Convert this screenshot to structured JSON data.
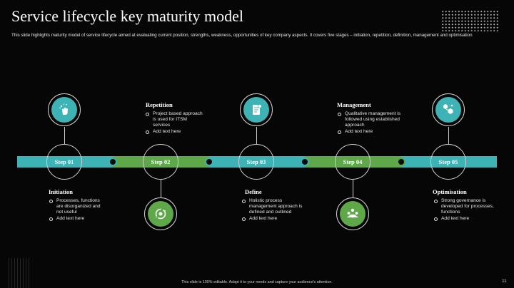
{
  "title": "Service lifecycle key maturity model",
  "subtitle": "This slide highlights maturity model of service lifecycle aimed at evaluating current position, strengths, weakness, opportunities of key company aspects. It covers five stages – initiation, repetition, definition, management and optimisation",
  "colors": {
    "teal": "#3db3b5",
    "green": "#5fa84a",
    "background": "#060606"
  },
  "steps": [
    {
      "label": "Step 01",
      "heading": "Initiation",
      "icon": "touch-hand-icon",
      "bullets": [
        "Processes, functions are disorganized and not useful",
        "Add text here"
      ]
    },
    {
      "label": "Step 02",
      "heading": "Repetition",
      "icon": "refresh-cycle-icon",
      "bullets": [
        "Project based approach is used for ITSM services",
        "Add text here"
      ]
    },
    {
      "label": "Step 03",
      "heading": "Define",
      "icon": "document-settings-icon",
      "bullets": [
        "Holistic process management approach is defined and outlined",
        "Add text here"
      ]
    },
    {
      "label": "Step 04",
      "heading": "Management",
      "icon": "team-meeting-icon",
      "bullets": [
        "Qualitative management is followed using established approach",
        "Add text here"
      ]
    },
    {
      "label": "Step 05",
      "heading": "Optimisation",
      "icon": "hexagon-network-icon",
      "bullets": [
        "Strong governance is developed for processes, functions",
        "Add text here"
      ]
    }
  ],
  "footer": "This slide is 100% editable. Adapt it to your needs and capture your audience's attention.",
  "page_number": "11"
}
